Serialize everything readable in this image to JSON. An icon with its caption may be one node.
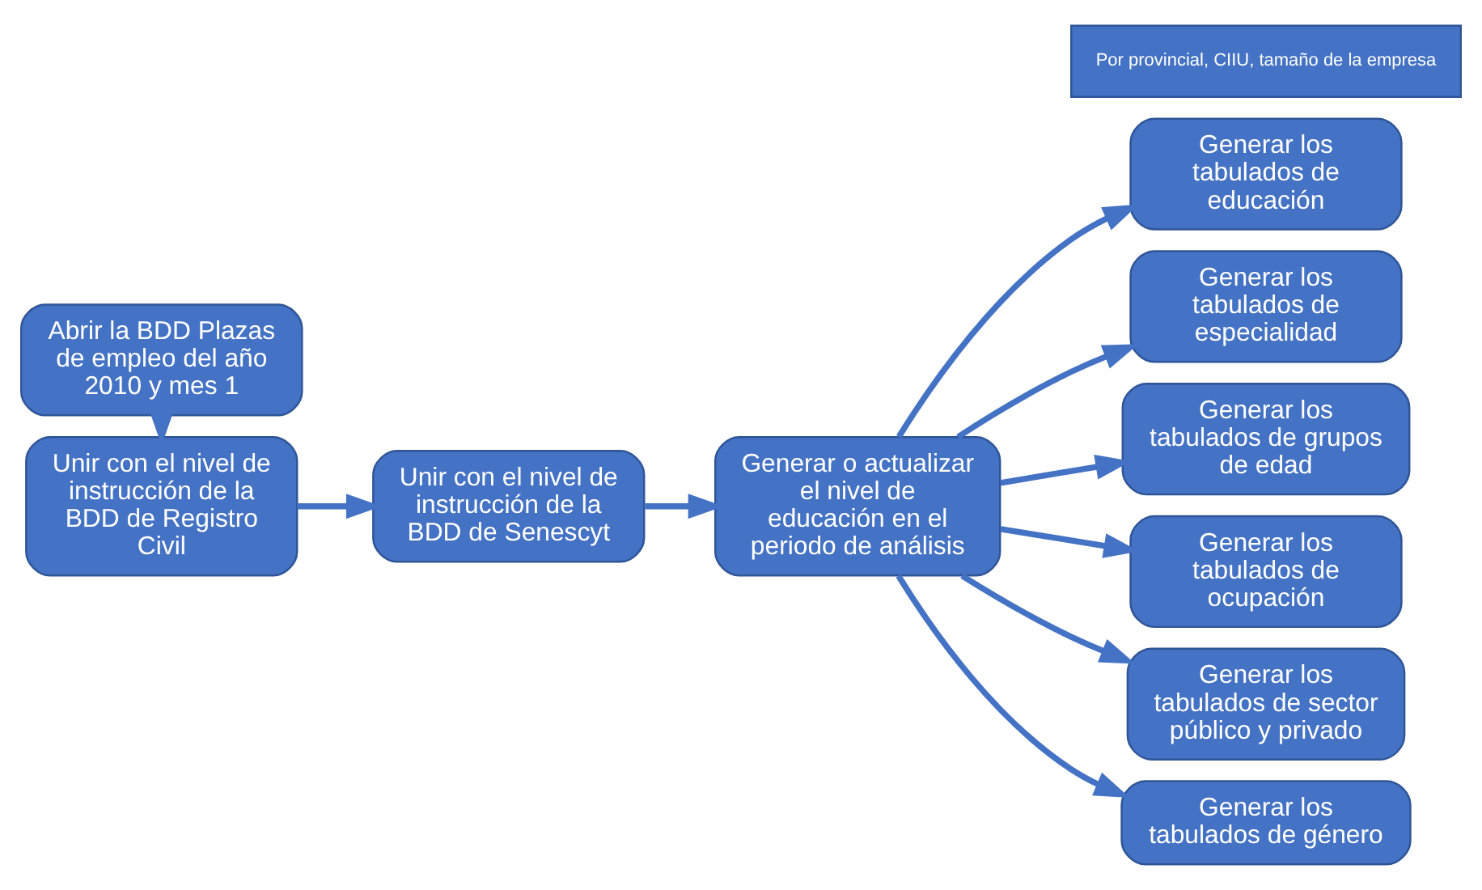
{
  "diagram": {
    "nodes": [
      {
        "text": [
          "Abrir la BDD Plazas de empleo del año 2010 y mes 1"
        ]
      },
      {
        "text": [
          "Unir con el nivel de instrucción de la BDD de Registro Civil"
        ]
      },
      {
        "text": [
          "Unir con el nivel de instrucción de la BDD de Senescyt"
        ]
      },
      {
        "text": [
          "Generar o actualizar el nivel de educación en el periodo de análisis"
        ]
      },
      {
        "text": [
          "Por provincial, CIIU, tamaño de la empresa"
        ]
      },
      {
        "text": [
          "Generar los tabulados de educación"
        ]
      },
      {
        "text": [
          "Generar los tabulados de especialidad"
        ]
      },
      {
        "text": [
          "Generar los tabulados de grupos de edad"
        ]
      },
      {
        "text": [
          "Generar los tabulados de ocupación"
        ]
      },
      {
        "text": [
          "Generar los tabulados de sector público y privado"
        ]
      },
      {
        "text": [
          "Generar los tabulados de género"
        ]
      }
    ],
    "edges": [
      {
        "from": 0,
        "to": 1,
        "arrow": "to"
      },
      {
        "from": 1,
        "to": 2,
        "arrow": "to"
      },
      {
        "from": 2,
        "to": 3,
        "arrow": "to"
      },
      {
        "from": 3,
        "to": 5,
        "arrow": "to"
      },
      {
        "from": 3,
        "to": 6,
        "arrow": "to"
      },
      {
        "from": 3,
        "to": 7,
        "arrow": "to"
      },
      {
        "from": 3,
        "to": 8,
        "arrow": "to"
      },
      {
        "from": 3,
        "to": 9,
        "arrow": "to"
      },
      {
        "from": 3,
        "to": 10,
        "arrow": "to"
      }
    ]
  }
}
